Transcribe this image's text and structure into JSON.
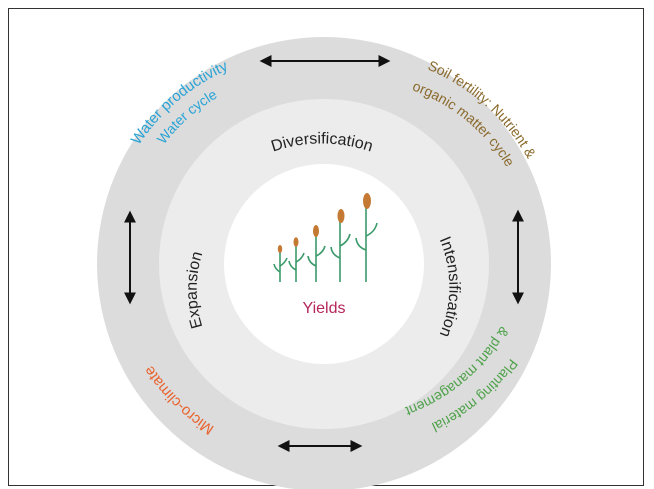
{
  "center": {
    "label": "Yields",
    "color": "#b5275a"
  },
  "middle_ring": {
    "top": "Diversification",
    "right": "Intensification",
    "left": "Expansion",
    "color": "#222222"
  },
  "outer_ring": {
    "water_line1": "Water productivity",
    "water_line2": "Water cycle",
    "water_color": "#2aa3d6",
    "soil_line1": "Soil fertility: Nutrient &",
    "soil_line2": "organic matter cycle",
    "soil_color": "#8a6a2c",
    "planting_line1": "Planting material",
    "planting_line2": "& plant management",
    "planting_color": "#4ea24a",
    "climate_line1": "Micro-climate",
    "climate_color": "#e8622c"
  },
  "colors": {
    "outer_ring": "#dcdcdc",
    "middle_ring": "#ececec",
    "center": "#ffffff",
    "arrow": "#111111",
    "plant_stem": "#3a9a6a",
    "plant_head": "#c47a32"
  },
  "icons": [
    "double-arrow-icon",
    "plant-icon"
  ]
}
